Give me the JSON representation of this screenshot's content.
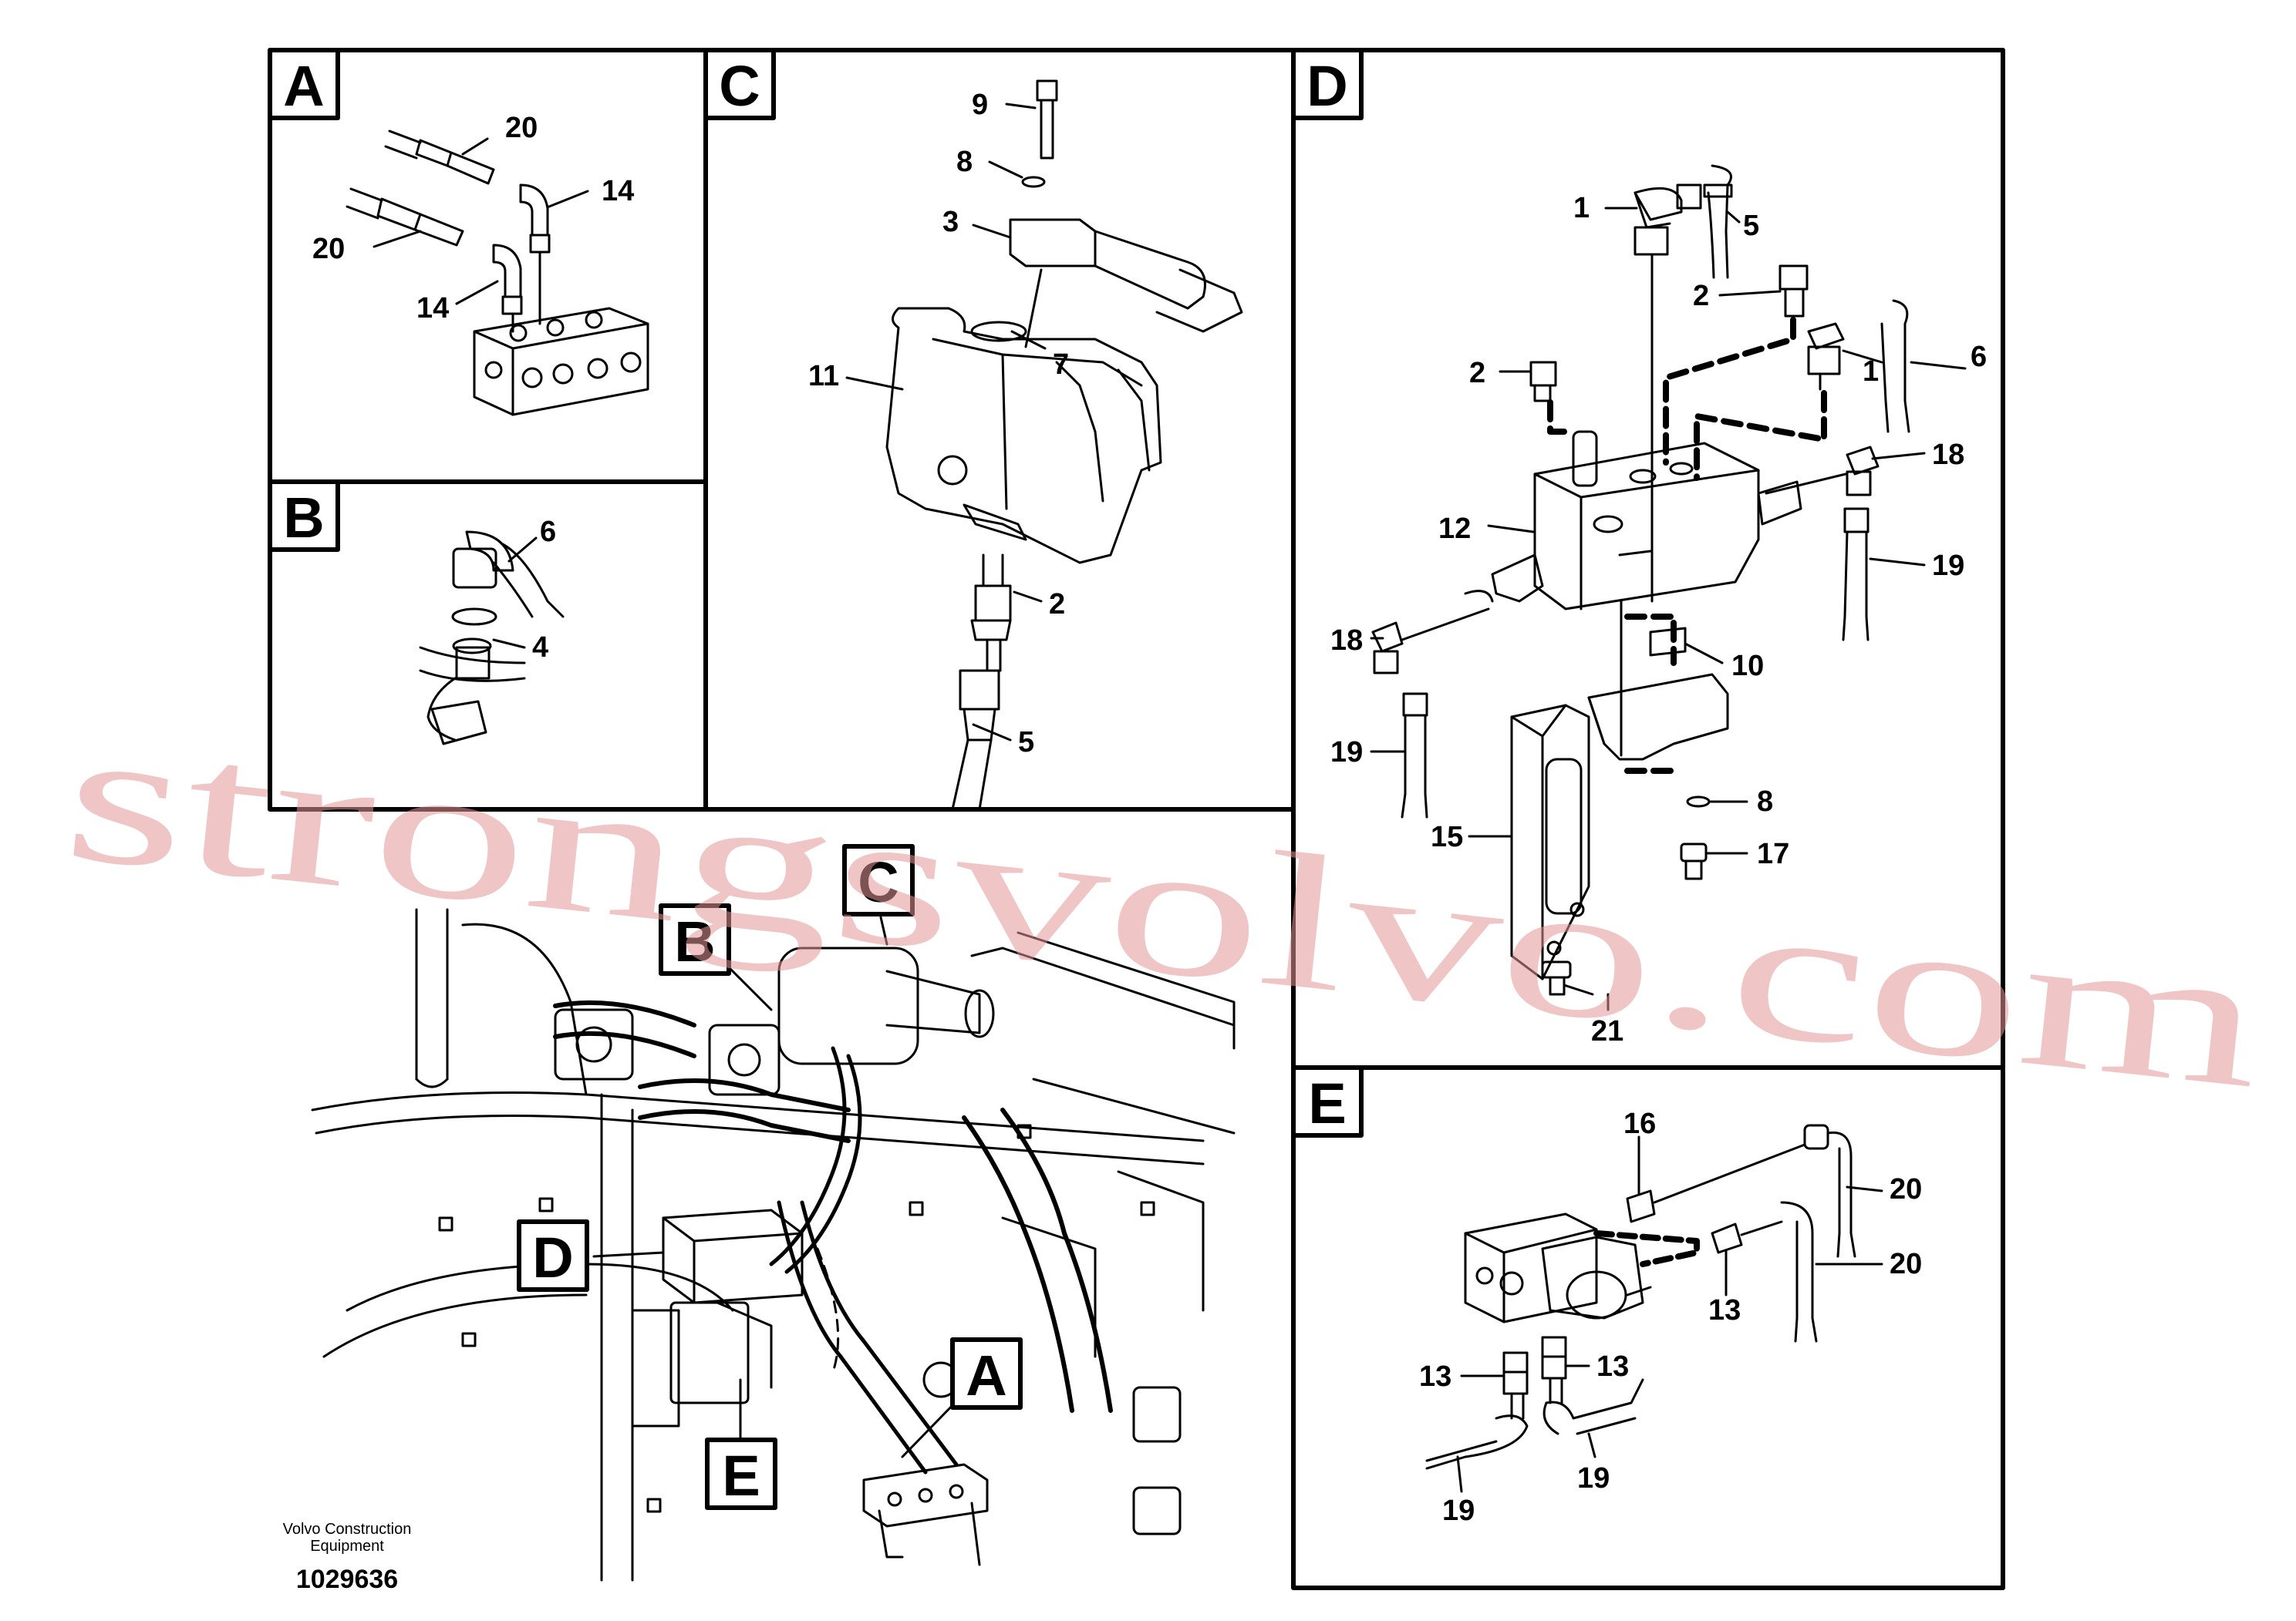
{
  "panels": {
    "A": {
      "letter": "A",
      "labels": [
        "20",
        "14",
        "20",
        "14"
      ]
    },
    "B": {
      "letter": "B",
      "labels": [
        "6",
        "4"
      ]
    },
    "C": {
      "letter": "C",
      "labels": [
        "9",
        "8",
        "3",
        "11",
        "7",
        "2",
        "5"
      ]
    },
    "D": {
      "letter": "D",
      "labels": [
        "1",
        "5",
        "2",
        "2",
        "1",
        "6",
        "18",
        "12",
        "19",
        "18",
        "10",
        "19",
        "8",
        "15",
        "17",
        "21"
      ]
    },
    "E": {
      "letter": "E",
      "labels": [
        "16",
        "20",
        "20",
        "13",
        "13",
        "13",
        "19",
        "19"
      ]
    }
  },
  "overview_callouts": [
    "C",
    "B",
    "D",
    "A",
    "E"
  ],
  "footer": {
    "brand_line1": "Volvo Construction",
    "brand_line2": "Equipment",
    "figure_number": "1029636"
  },
  "watermark": "strongsvolvo.com",
  "colors": {
    "line": "#000000",
    "watermark": "#e29696",
    "background": "#ffffff"
  }
}
